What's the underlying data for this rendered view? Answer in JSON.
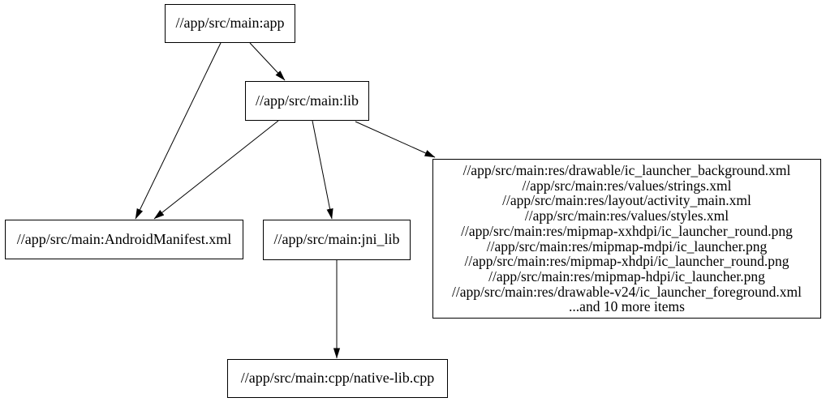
{
  "graph": {
    "type": "dependency-graph",
    "colors": {
      "background": "#ffffff",
      "node_fill": "#ffffff",
      "node_border": "#000000",
      "edge": "#000000",
      "text": "#000000"
    },
    "nodes": {
      "app": {
        "label": "//app/src/main:app"
      },
      "lib": {
        "label": "//app/src/main:lib"
      },
      "android_manifest": {
        "label": "//app/src/main:AndroidManifest.xml"
      },
      "jni_lib": {
        "label": "//app/src/main:jni_lib"
      },
      "resources": {
        "lines": [
          "//app/src/main:res/drawable/ic_launcher_background.xml",
          "//app/src/main:res/values/strings.xml",
          "//app/src/main:res/layout/activity_main.xml",
          "//app/src/main:res/values/styles.xml",
          "//app/src/main:res/mipmap-xxhdpi/ic_launcher_round.png",
          "//app/src/main:res/mipmap-mdpi/ic_launcher.png",
          "//app/src/main:res/mipmap-xhdpi/ic_launcher_round.png",
          "//app/src/main:res/mipmap-hdpi/ic_launcher.png",
          "//app/src/main:res/drawable-v24/ic_launcher_foreground.xml",
          "...and 10 more items"
        ]
      },
      "native_cpp": {
        "label": "//app/src/main:cpp/native-lib.cpp"
      }
    },
    "edges": [
      {
        "from": "app",
        "to": "lib"
      },
      {
        "from": "app",
        "to": "android_manifest"
      },
      {
        "from": "lib",
        "to": "android_manifest"
      },
      {
        "from": "lib",
        "to": "jni_lib"
      },
      {
        "from": "lib",
        "to": "resources"
      },
      {
        "from": "jni_lib",
        "to": "native_cpp"
      }
    ]
  }
}
